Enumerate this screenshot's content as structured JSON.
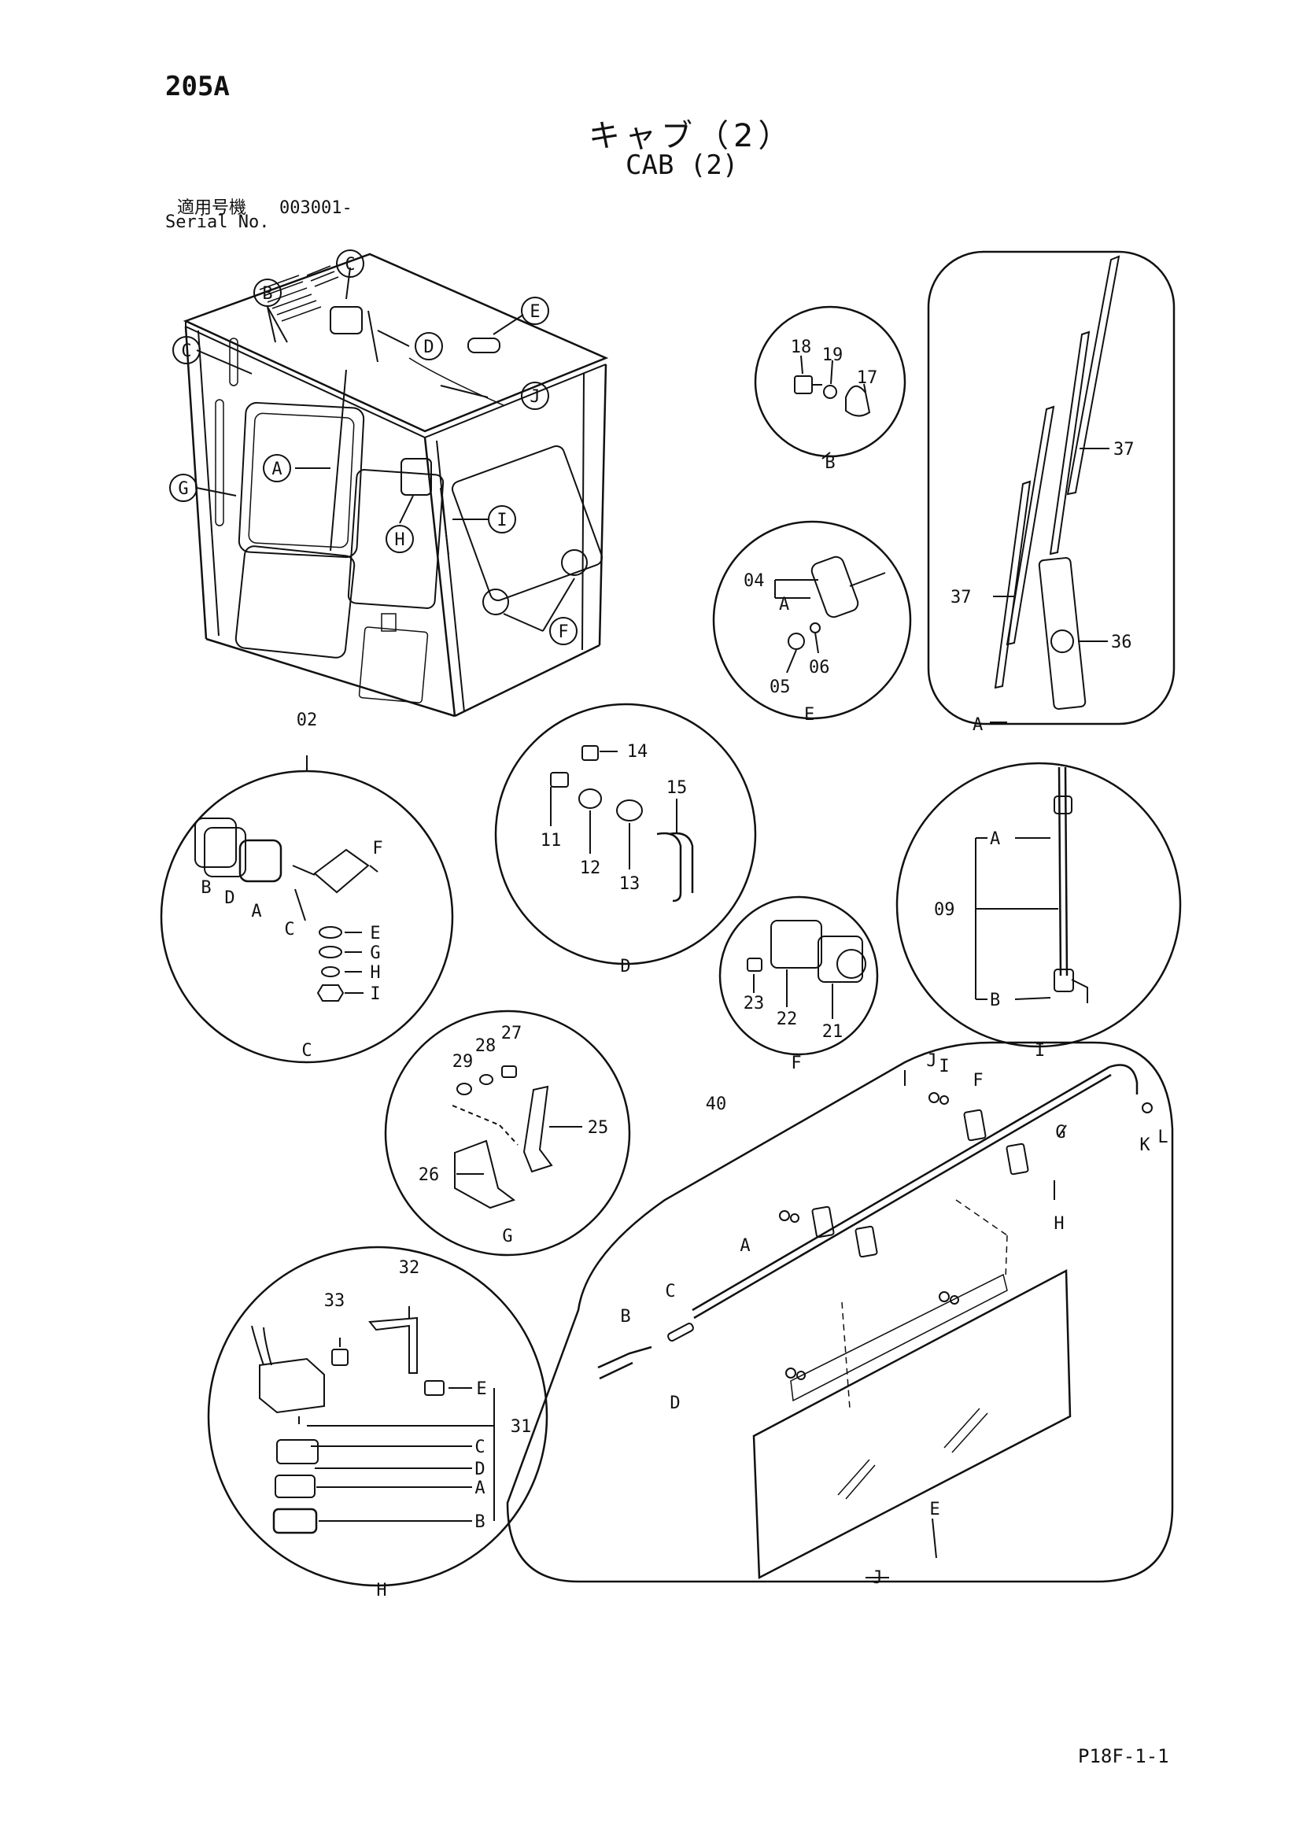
{
  "header": {
    "page_number": "205A",
    "title_jp": "キャブ（2）",
    "title_en": "CAB (2)",
    "serial_label_jp": "適用号機",
    "serial_value": "003001-",
    "serial_label_en": "Serial No."
  },
  "footer": {
    "sheet_code": "P18F-1-1"
  },
  "cab_callouts": [
    "B",
    "C",
    "C",
    "D",
    "E",
    "J",
    "A",
    "G",
    "H",
    "I",
    "F"
  ],
  "detail_views": {
    "A": {
      "view_label": "A",
      "part_numbers": [
        "37",
        "37",
        "36"
      ]
    },
    "B": {
      "view_label": "B",
      "part_numbers": [
        "18",
        "19",
        "17"
      ]
    },
    "C": {
      "view_label": "C",
      "group_number": "02",
      "letters": [
        "B",
        "D",
        "A",
        "C",
        "F",
        "E",
        "G",
        "H",
        "I"
      ]
    },
    "D": {
      "view_label": "D",
      "part_numbers": [
        "14",
        "11",
        "12",
        "13",
        "15"
      ]
    },
    "E": {
      "view_label": "E",
      "part_numbers": [
        "04",
        "05",
        "06"
      ],
      "letters": [
        "A"
      ]
    },
    "F": {
      "view_label": "F",
      "part_numbers": [
        "23",
        "22",
        "21"
      ]
    },
    "G": {
      "view_label": "G",
      "part_numbers": [
        "29",
        "28",
        "27",
        "25",
        "26"
      ]
    },
    "H": {
      "view_label": "H",
      "part_numbers": [
        "33",
        "32",
        "31"
      ],
      "letters": [
        "E",
        "C",
        "D",
        "A",
        "B"
      ]
    },
    "I": {
      "view_label": "I",
      "part_numbers": [
        "09"
      ],
      "letters": [
        "A",
        "B"
      ]
    },
    "J": {
      "view_label": "J",
      "group_number": "40",
      "letters": [
        "J",
        "I",
        "F",
        "G",
        "H",
        "K",
        "L",
        "A",
        "B",
        "C",
        "D",
        "E"
      ]
    }
  }
}
